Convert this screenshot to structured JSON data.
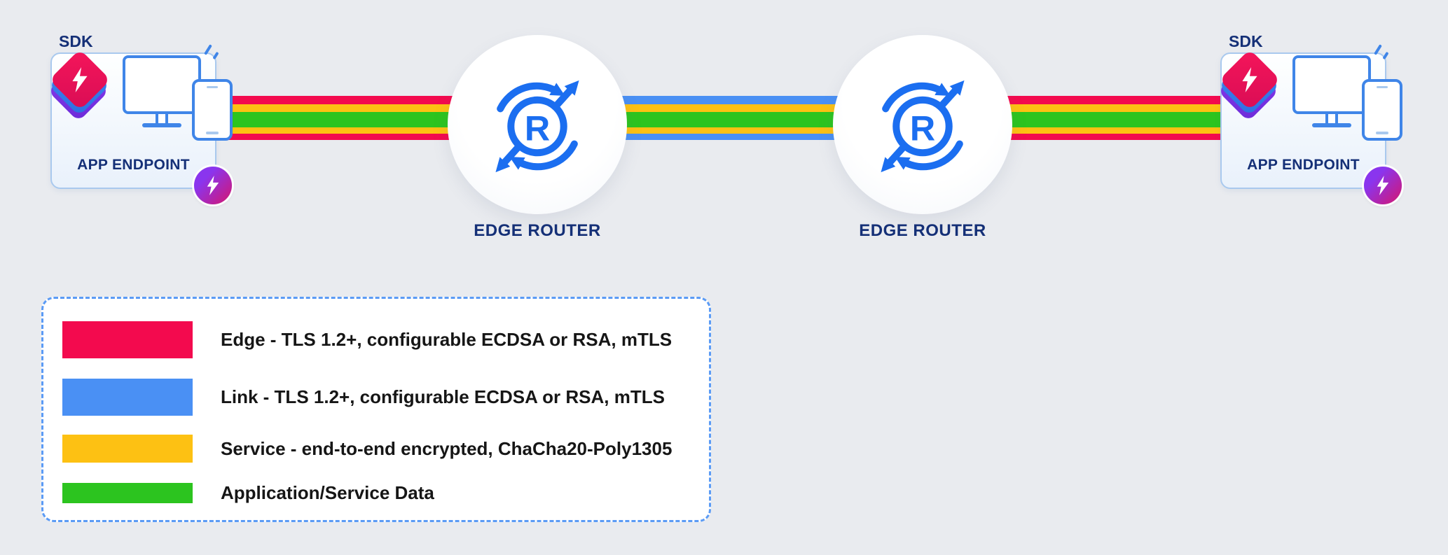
{
  "colors": {
    "background": "#e9ebef",
    "router_blue": "#1b6ef0",
    "label_navy": "#153077"
  },
  "endpoints": {
    "left": {
      "sdk": "SDK",
      "label": "APP ENDPOINT"
    },
    "right": {
      "sdk": "SDK",
      "label": "APP ENDPOINT"
    }
  },
  "routers": {
    "left": {
      "label": "EDGE ROUTER",
      "letter": "R"
    },
    "right": {
      "label": "EDGE ROUTER",
      "letter": "R"
    }
  },
  "legend": {
    "items": [
      {
        "name": "edge",
        "color": "#f30a4e",
        "label": "Edge - TLS 1.2+, configurable ECDSA or RSA, mTLS"
      },
      {
        "name": "link",
        "color": "#4a90f4",
        "label": "Link - TLS 1.2+, configurable ECDSA or RSA, mTLS"
      },
      {
        "name": "service",
        "color": "#fdc113",
        "label": "Service - end-to-end encrypted, ChaCha20-Poly1305"
      },
      {
        "name": "data",
        "color": "#2cc41f",
        "label": "Application/Service Data"
      }
    ]
  }
}
